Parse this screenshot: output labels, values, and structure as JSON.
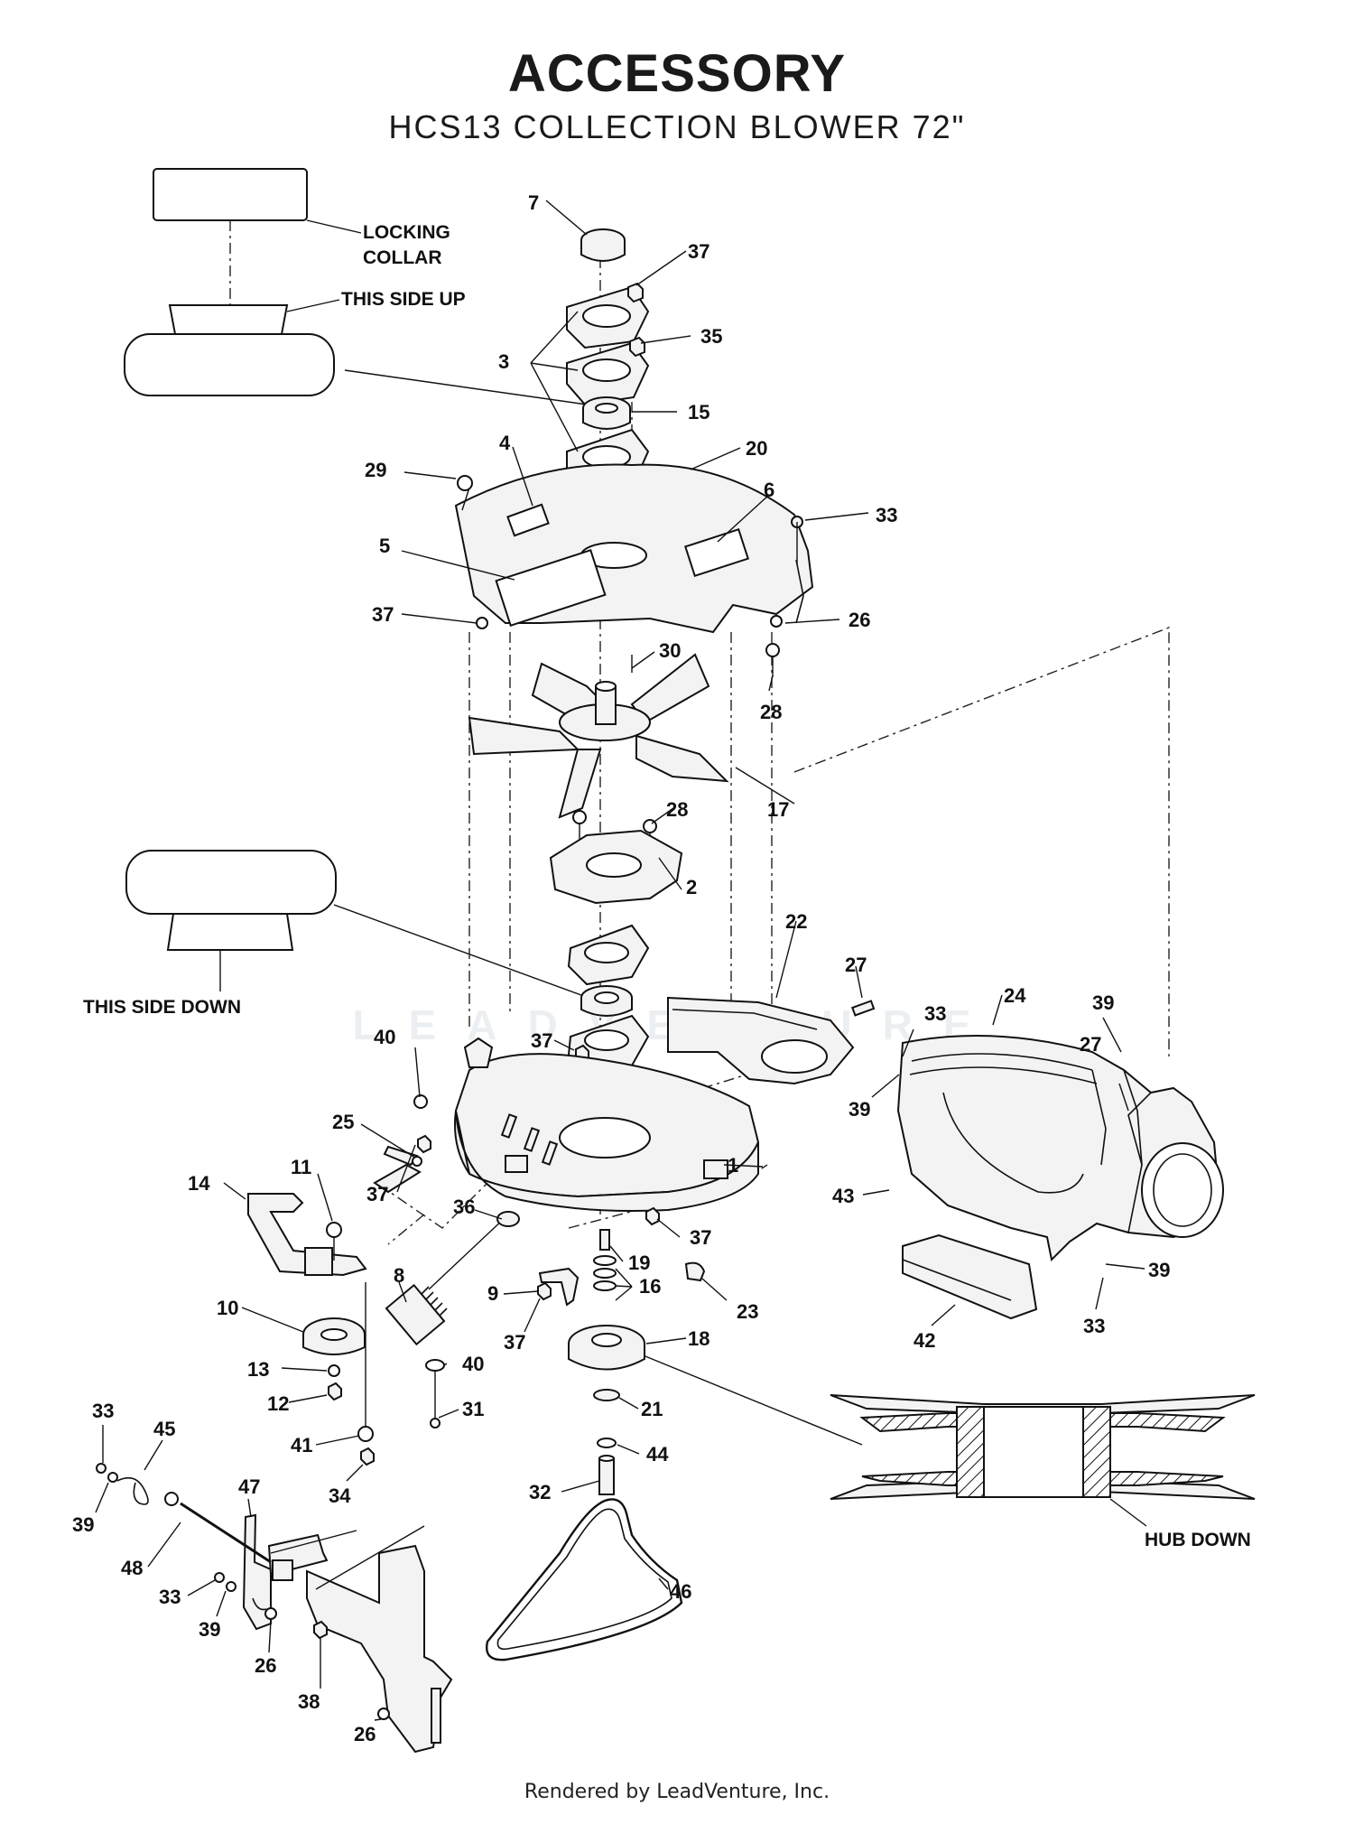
{
  "header": {
    "title": "ACCESSORY",
    "subtitle": "HCS13 COLLECTION BLOWER 72\""
  },
  "notes": {
    "locking_collar_line1": "LOCKING",
    "locking_collar_line2": "COLLAR",
    "this_side_up": "THIS SIDE UP",
    "this_side_down": "THIS SIDE DOWN",
    "hub_down": "HUB DOWN"
  },
  "watermark": "LEADVENTURE",
  "callouts": [
    "7",
    "37",
    "35",
    "3",
    "15",
    "29",
    "4",
    "20",
    "6",
    "33",
    "5",
    "37",
    "26",
    "30",
    "28",
    "17",
    "28",
    "2",
    "22",
    "27",
    "37",
    "40",
    "25",
    "37",
    "1",
    "24",
    "39",
    "27",
    "33",
    "39",
    "43",
    "39",
    "33",
    "42",
    "14",
    "11",
    "36",
    "37",
    "8",
    "19",
    "16",
    "9",
    "37",
    "23",
    "18",
    "10",
    "13",
    "12",
    "40",
    "31",
    "21",
    "41",
    "34",
    "44",
    "32",
    "33",
    "45",
    "39",
    "47",
    "48",
    "33",
    "39",
    "26",
    "38",
    "26",
    "46"
  ],
  "footer": "Rendered by LeadVenture, Inc."
}
